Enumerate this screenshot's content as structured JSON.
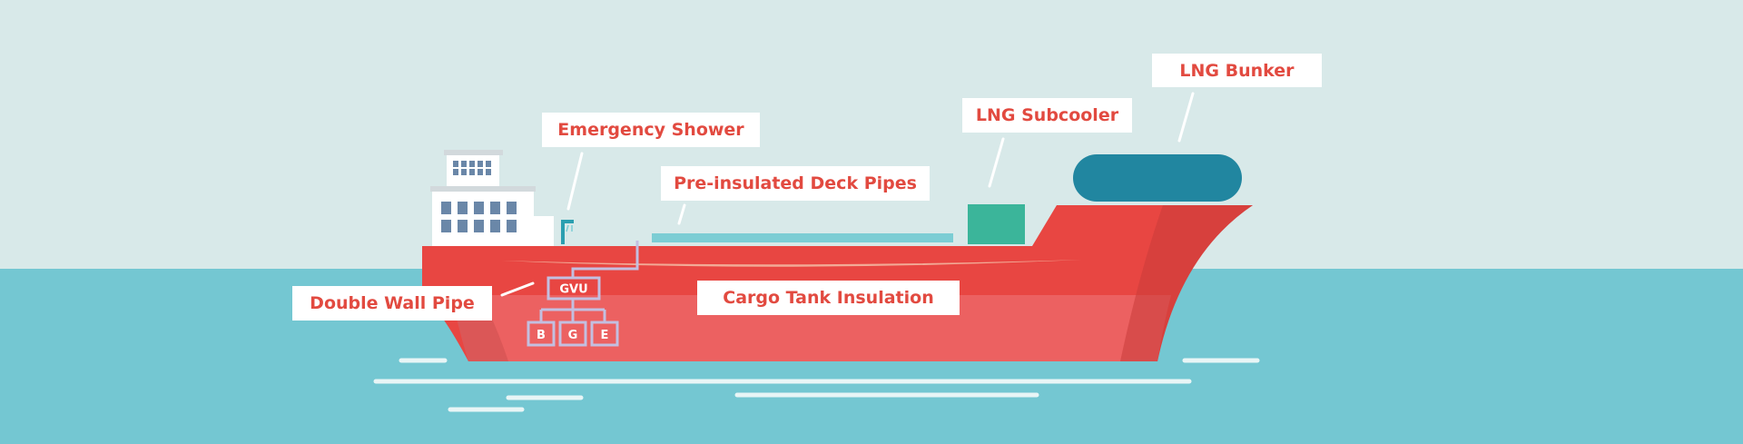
{
  "colors": {
    "sky": "#d8e9e9",
    "sea": "#74c7d2",
    "hull": "#e84642",
    "hull_lower": "#ec6161",
    "bunker": "#2186a0",
    "subcooler": "#3bb59a",
    "deck_pipe": "#7ccdd4",
    "label_text": "#e24a40",
    "circuit": "#c3bfe0"
  },
  "callouts": {
    "lng_bunker": "LNG Bunker",
    "lng_subcooler": "LNG Subcooler",
    "emergency_shower": "Emergency Shower",
    "deck_pipes": "Pre-insulated Deck Pipes",
    "double_wall_pipe": "Double Wall Pipe",
    "cargo_tank_insulation": "Cargo Tank Insulation"
  },
  "gvu": {
    "label": "GVU",
    "children": [
      "B",
      "G",
      "E"
    ]
  }
}
